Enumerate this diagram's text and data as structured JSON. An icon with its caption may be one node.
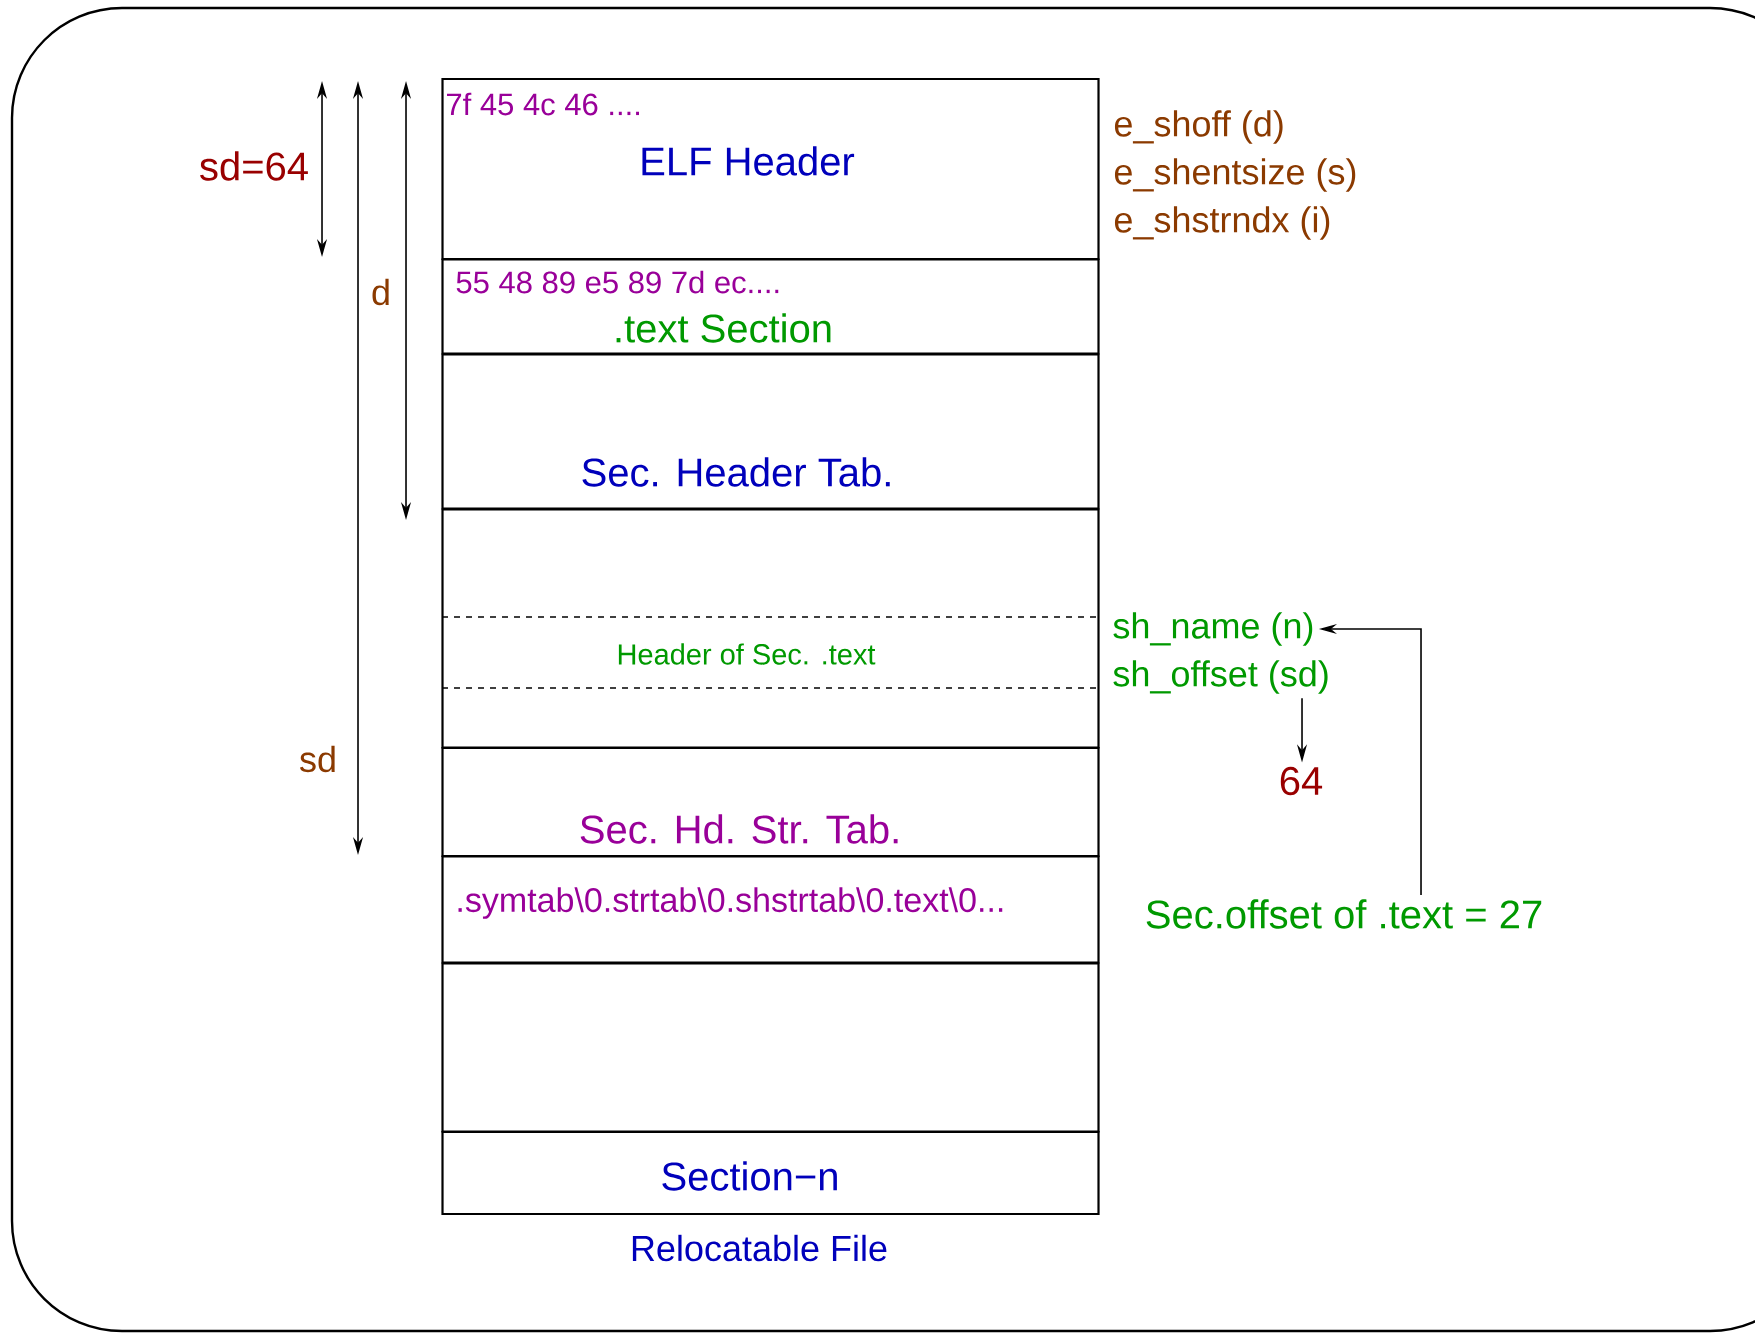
{
  "diagram": {
    "caption": "Relocatable File",
    "nodes": [
      {
        "text": [
          "7f 45 4c 46 ....",
          "ELF Header"
        ],
        "beside": [
          "e_shoff (d)",
          "e_shentsize (s)",
          "e_shstrndx (i)"
        ]
      },
      {
        "text": [
          "55 48 89 e5 89 7d ec....",
          ".text Section"
        ]
      },
      {
        "text": [
          "Sec. Header Tab."
        ]
      },
      {
        "text": [],
        "shape": "box"
      },
      {
        "text": [
          "Header of Sec. .text"
        ],
        "in": 3
      },
      {
        "text": [
          "sh_name (n)"
        ]
      },
      {
        "text": [
          "sh_offset (sd)"
        ]
      },
      {
        "text": [
          "64"
        ]
      },
      {
        "text": [
          "Sec.offset of .text = 27"
        ]
      },
      {
        "text": [
          "Sec. Hd. Str. Tab."
        ]
      },
      {
        "text": [
          ".symtab\\0.strtab\\0.shstrtab\\0.text\\0..."
        ]
      },
      {
        "text": [],
        "shape": "box"
      },
      {
        "text": [
          "Section−n"
        ]
      }
    ],
    "edges": [
      {
        "from": 8,
        "to": 5,
        "arrow": "to"
      },
      {
        "from": 6,
        "to": 7,
        "arrow": "to"
      }
    ],
    "labels": [
      "sd=64",
      "d",
      "sd"
    ]
  }
}
